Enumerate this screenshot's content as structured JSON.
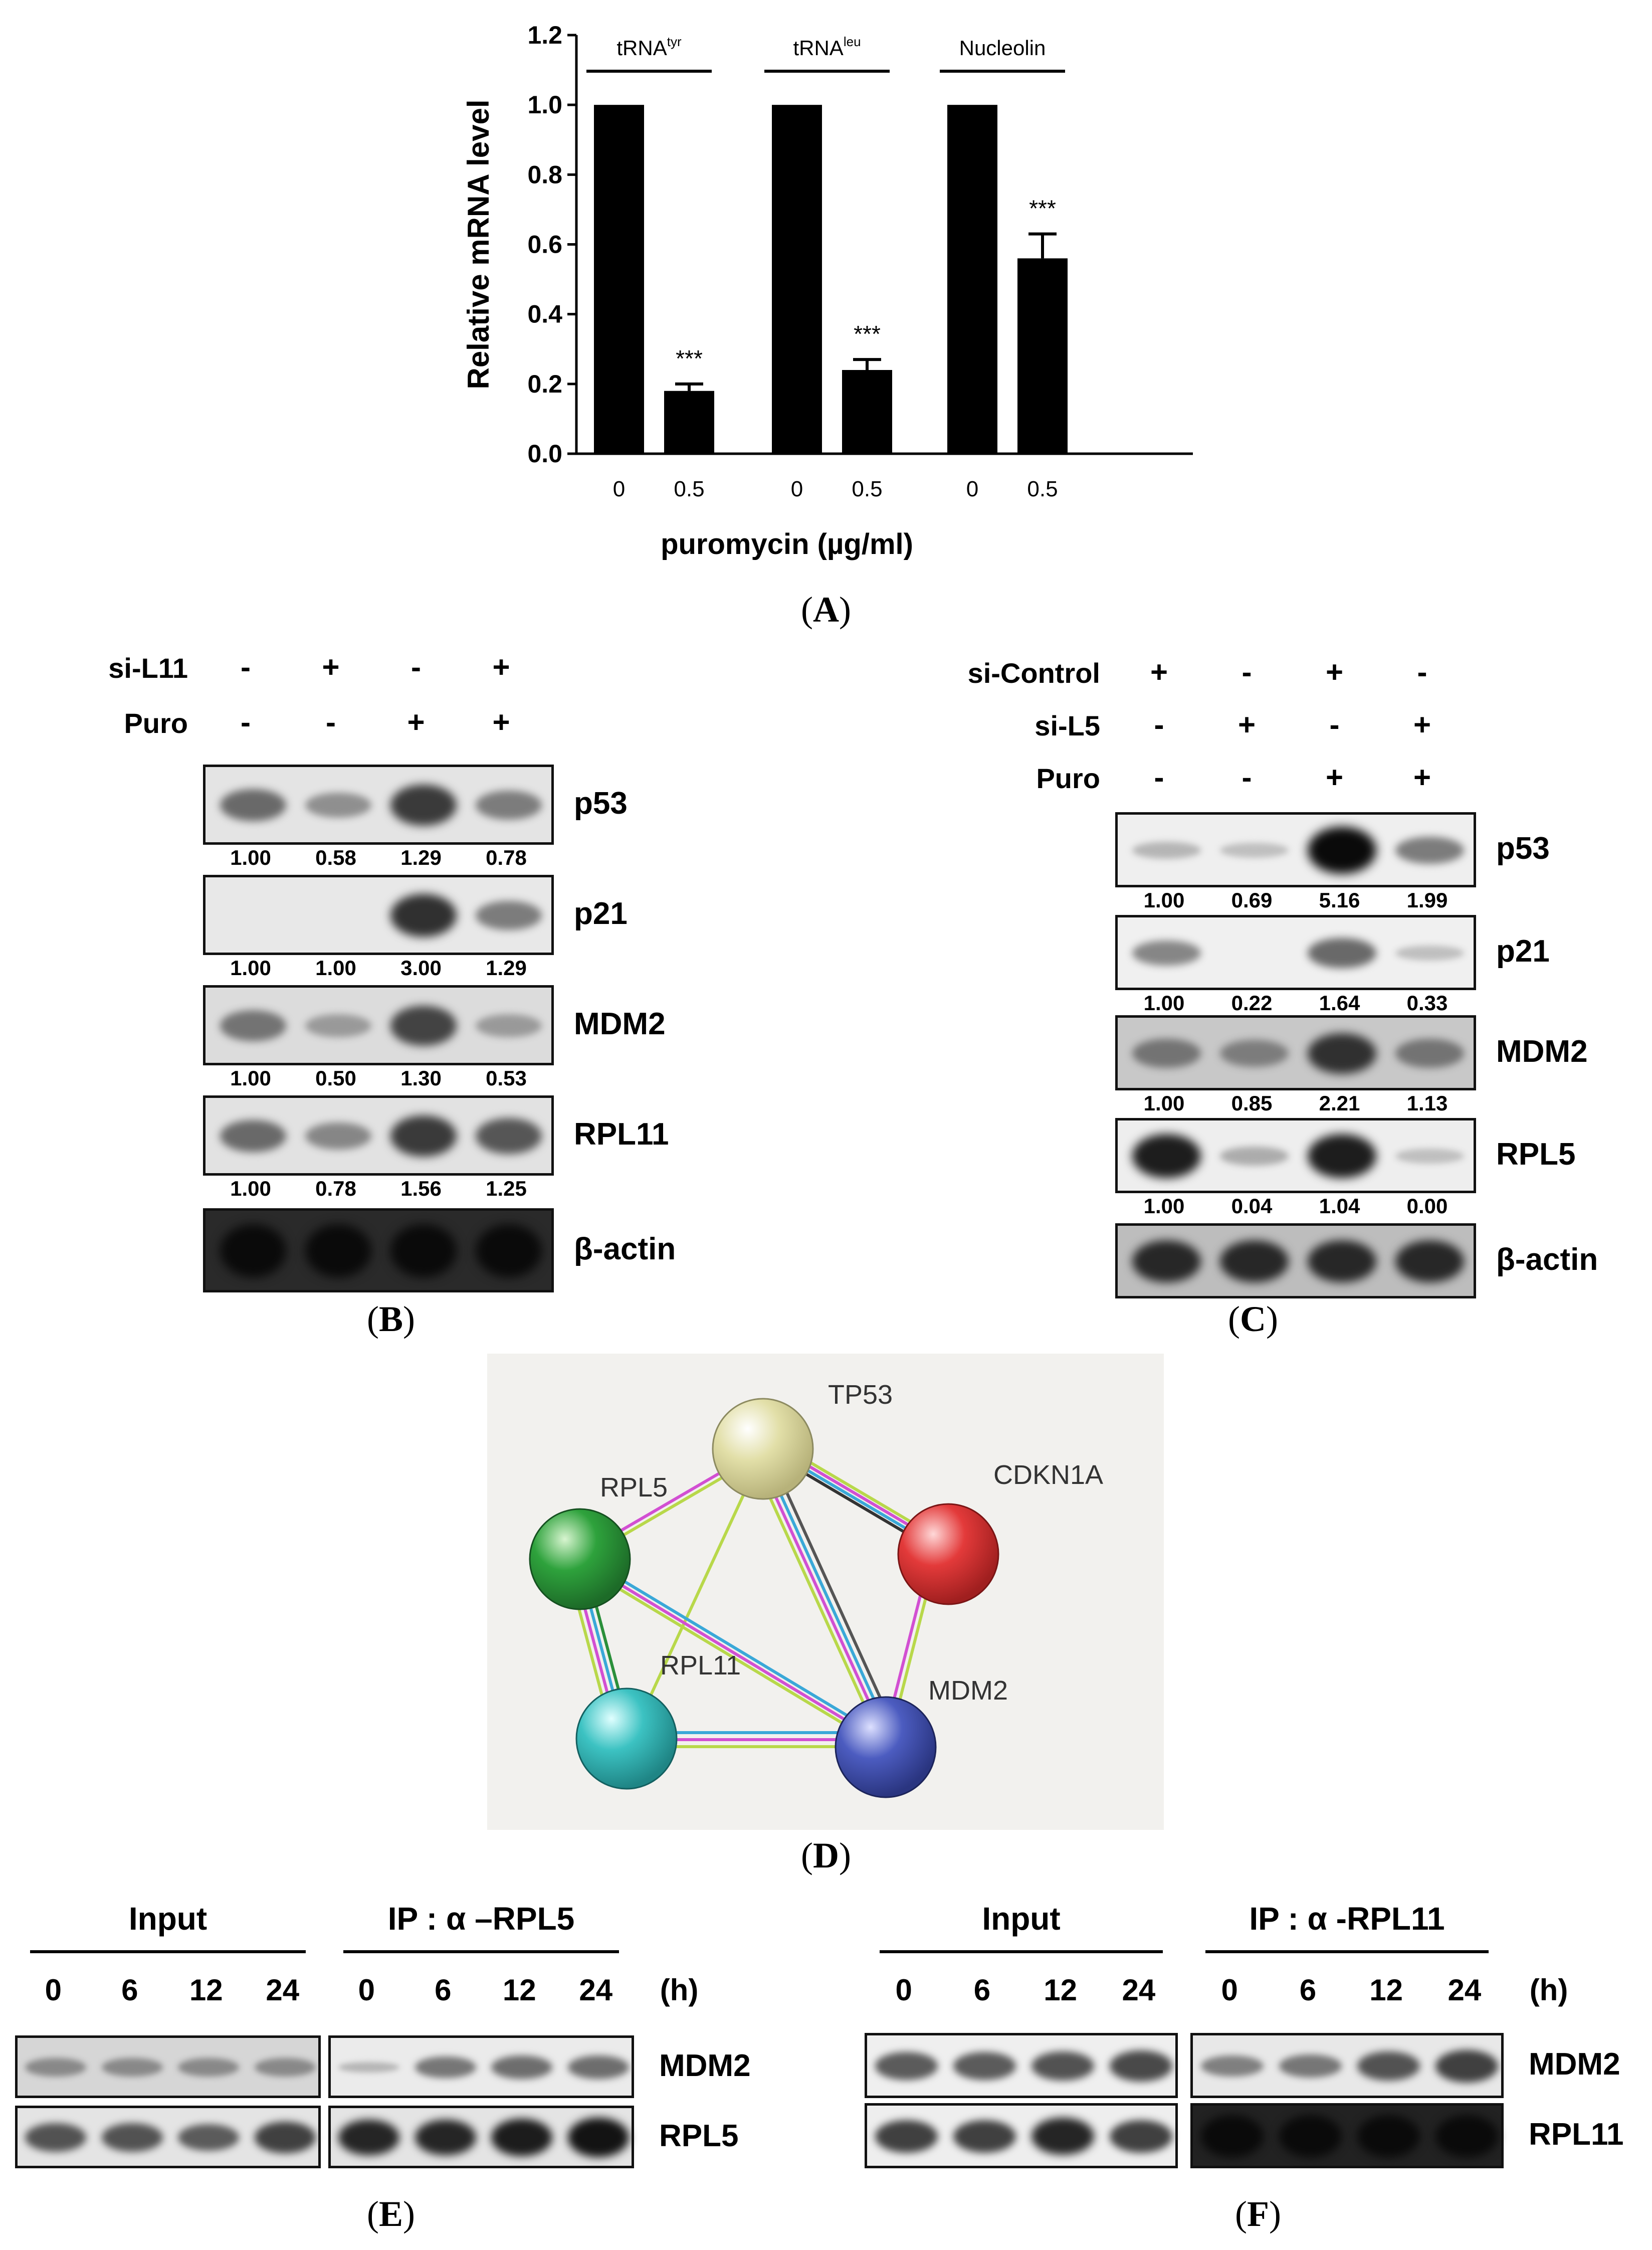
{
  "panel_labels": {
    "A": "A",
    "B": "B",
    "C": "C",
    "D": "D",
    "E": "E",
    "F": "F"
  },
  "chart_data": {
    "type": "bar",
    "ylabel": "Relative mRNA level",
    "xlabel": "puromycin (µg/ml)",
    "ylim": [
      0,
      1.2
    ],
    "yticks": [
      "0.0",
      "0.2",
      "0.4",
      "0.6",
      "0.8",
      "1.0",
      "1.2"
    ],
    "groups": [
      {
        "name": "tRNAtyr",
        "base": "tRNA",
        "sup": "tyr",
        "bars": [
          {
            "x": "0",
            "value": 1.0,
            "err": 0
          },
          {
            "x": "0.5",
            "value": 0.18,
            "err": 0.02,
            "sig": "***"
          }
        ]
      },
      {
        "name": "tRNAleu",
        "base": "tRNA",
        "sup": "leu",
        "bars": [
          {
            "x": "0",
            "value": 1.0,
            "err": 0
          },
          {
            "x": "0.5",
            "value": 0.24,
            "err": 0.03,
            "sig": "***"
          }
        ]
      },
      {
        "name": "Nucleolin",
        "base": "Nucleolin",
        "sup": "",
        "bars": [
          {
            "x": "0",
            "value": 1.0,
            "err": 0
          },
          {
            "x": "0.5",
            "value": 0.56,
            "err": 0.07,
            "sig": "***"
          }
        ]
      }
    ]
  },
  "panelB": {
    "conditions": [
      {
        "label": "si-L11",
        "signs": [
          "-",
          "+",
          "-",
          "+"
        ]
      },
      {
        "label": "Puro",
        "signs": [
          "-",
          "-",
          "+",
          "+"
        ]
      }
    ],
    "blots": [
      {
        "label": "p53",
        "quant": [
          "1.00",
          "0.58",
          "1.29",
          "0.78"
        ],
        "levels": [
          0.5,
          0.3,
          0.75,
          0.4
        ]
      },
      {
        "label": "p21",
        "quant": [
          "1.00",
          "1.00",
          "3.00",
          "1.29"
        ],
        "levels": [
          0,
          0,
          0.8,
          0.4
        ]
      },
      {
        "label": "MDM2",
        "quant": [
          "1.00",
          "0.50",
          "1.30",
          "0.53"
        ],
        "levels": [
          0.45,
          0.25,
          0.7,
          0.25
        ]
      },
      {
        "label": "RPL11",
        "quant": [
          "1.00",
          "0.78",
          "1.56",
          "1.25"
        ],
        "levels": [
          0.5,
          0.35,
          0.75,
          0.6
        ]
      },
      {
        "label": "β-actin",
        "quant": [],
        "levels": [
          1,
          1,
          1,
          1
        ]
      }
    ]
  },
  "panelC": {
    "conditions": [
      {
        "label": "si-Control",
        "signs": [
          "+",
          "-",
          "+",
          "-"
        ]
      },
      {
        "label": "si-L5",
        "signs": [
          "-",
          "+",
          "-",
          "+"
        ]
      },
      {
        "label": "Puro",
        "signs": [
          "-",
          "-",
          "+",
          "+"
        ]
      }
    ],
    "blots": [
      {
        "label": "p53",
        "quant": [
          "1.00",
          "0.69",
          "5.16",
          "1.99"
        ],
        "levels": [
          0.1,
          0.05,
          1,
          0.4
        ]
      },
      {
        "label": "p21",
        "quant": [
          "1.00",
          "0.22",
          "1.64",
          "0.33"
        ],
        "levels": [
          0.35,
          0,
          0.5,
          0.05
        ]
      },
      {
        "label": "MDM2",
        "quant": [
          "1.00",
          "0.85",
          "2.21",
          "1.13"
        ],
        "levels": [
          0.45,
          0.4,
          0.8,
          0.45
        ]
      },
      {
        "label": "RPL5",
        "quant": [
          "1.00",
          "0.04",
          "1.04",
          "0.00"
        ],
        "levels": [
          0.9,
          0.15,
          0.9,
          0.05
        ]
      },
      {
        "label": "β-actin",
        "quant": [],
        "levels": [
          0.85,
          0.85,
          0.85,
          0.85
        ]
      }
    ]
  },
  "network": {
    "nodes": [
      {
        "id": "TP53",
        "label": "TP53",
        "color": "#d8d49a"
      },
      {
        "id": "RPL5",
        "label": "RPL5",
        "color": "#2e9e3a"
      },
      {
        "id": "CDKN1A",
        "label": "CDKN1A",
        "color": "#e03030"
      },
      {
        "id": "RPL11",
        "label": "RPL11",
        "color": "#38b8b8"
      },
      {
        "id": "MDM2",
        "label": "MDM2",
        "color": "#4a58b8"
      }
    ]
  },
  "panelE": {
    "headers": [
      "Input",
      "IP : α –RPL5"
    ],
    "times": [
      "0",
      "6",
      "12",
      "24"
    ],
    "unit": "(h)",
    "blots": [
      "MDM2",
      "RPL5"
    ]
  },
  "panelF": {
    "headers": [
      "Input",
      "IP : α -RPL11"
    ],
    "times": [
      "0",
      "6",
      "12",
      "24"
    ],
    "unit": "(h)",
    "blots": [
      "MDM2",
      "RPL11"
    ]
  }
}
